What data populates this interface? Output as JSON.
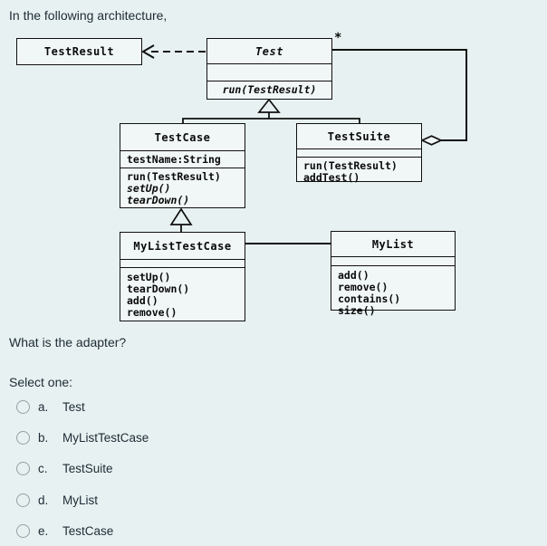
{
  "page": {
    "intro": "In the following architecture,",
    "question": "What is the adapter?",
    "select_label": "Select one:"
  },
  "diagram": {
    "multiplicity": "*",
    "classes": {
      "test_result": {
        "name": "TestResult"
      },
      "test": {
        "name": "Test",
        "operations": [
          "run(TestResult)"
        ]
      },
      "test_case": {
        "name": "TestCase",
        "attributes": [
          "testName:String"
        ],
        "operations": [
          "run(TestResult)",
          "setUp()",
          "tearDown()"
        ]
      },
      "test_suite": {
        "name": "TestSuite",
        "operations": [
          "run(TestResult)",
          "addTest()"
        ]
      },
      "my_list_test_case": {
        "name": "MyListTestCase",
        "operations": [
          "setUp()",
          "tearDown()",
          "add()",
          "remove()"
        ]
      },
      "my_list": {
        "name": "MyList",
        "operations": [
          "add()",
          "remove()",
          "contains()",
          "size()"
        ]
      }
    },
    "relations": [
      "Test ..> TestResult (dashed dependency)",
      "TestCase --|> Test",
      "TestSuite --|> Test",
      "TestSuite o-- * Test (aggregation)",
      "MyListTestCase --|> TestCase",
      "MyListTestCase -- MyList (association)"
    ]
  },
  "options": [
    {
      "letter": "a.",
      "label": "Test"
    },
    {
      "letter": "b.",
      "label": "MyListTestCase"
    },
    {
      "letter": "c.",
      "label": "TestSuite"
    },
    {
      "letter": "d.",
      "label": "MyList"
    },
    {
      "letter": "e.",
      "label": "TestCase"
    }
  ],
  "colors": {
    "background": "#e8f1f1",
    "box_fill": "#f1f7f7",
    "line": "#101010",
    "text": "#1c2b36",
    "radio_border": "#94a0a7"
  }
}
